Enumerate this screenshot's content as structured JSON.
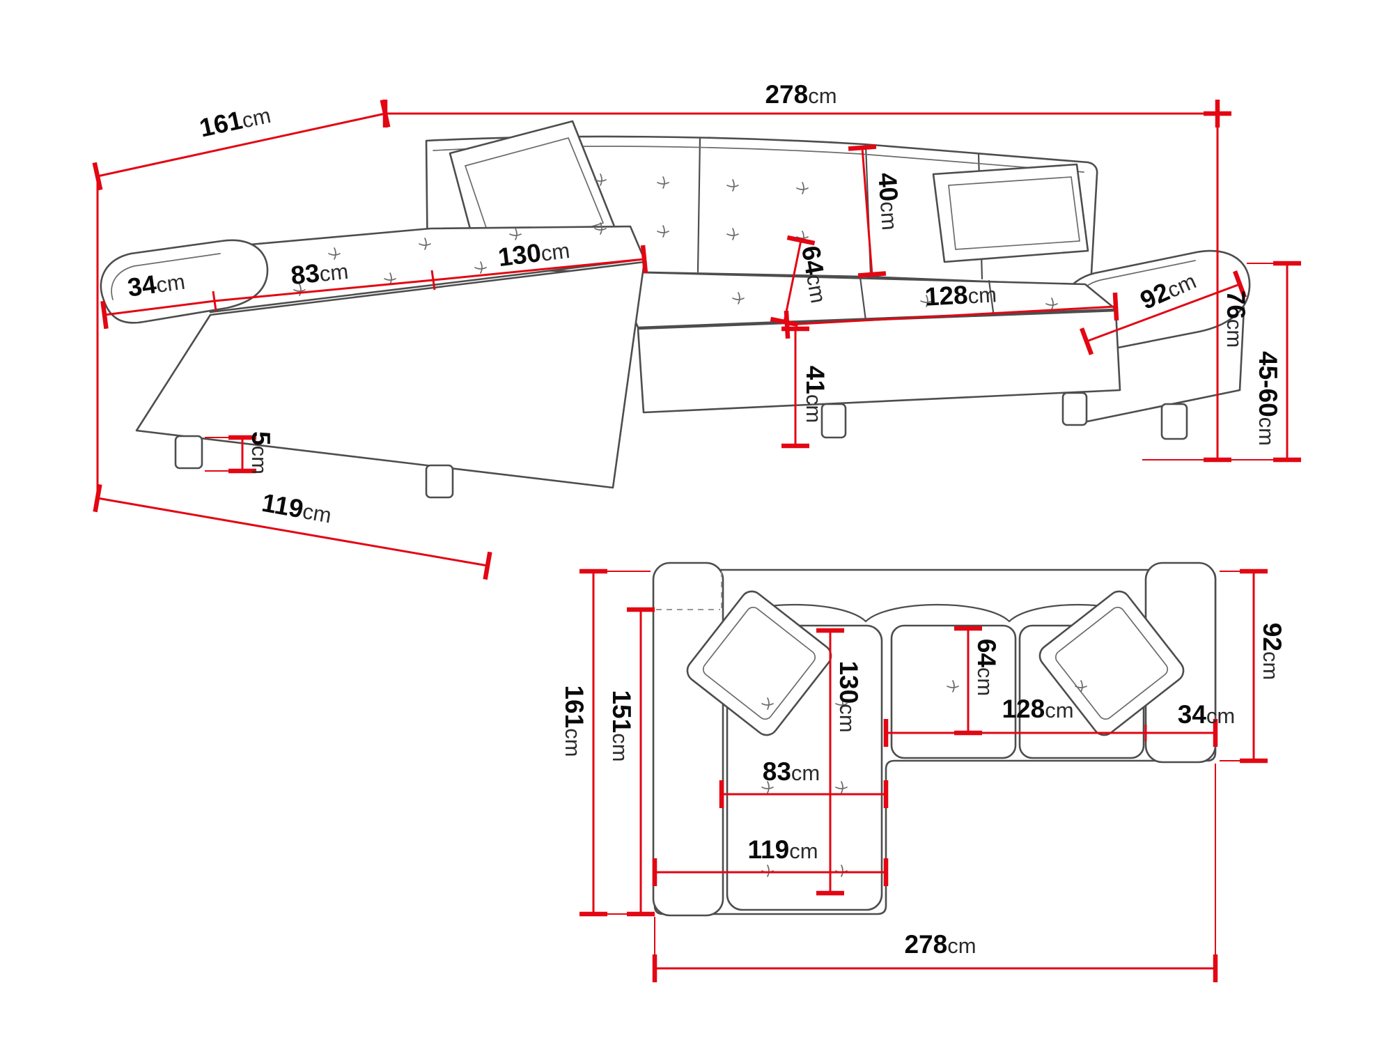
{
  "colors": {
    "dimension_line": "#e30613",
    "outline": "#4d4d4d",
    "label_text": "#0a0a0a",
    "background": "#ffffff"
  },
  "perspective": {
    "width_total": {
      "value": "278",
      "unit": "cm"
    },
    "depth_total": {
      "value": "161",
      "unit": "cm"
    },
    "backrest_height": {
      "value": "40",
      "unit": "cm"
    },
    "armrest_left_width": {
      "value": "34",
      "unit": "cm"
    },
    "chaise_seat_width": {
      "value": "83",
      "unit": "cm"
    },
    "chaise_seat_length": {
      "value": "130",
      "unit": "cm"
    },
    "seat_depth": {
      "value": "64",
      "unit": "cm"
    },
    "seat_front_width": {
      "value": "128",
      "unit": "cm"
    },
    "armrest_right_length": {
      "value": "92",
      "unit": "cm"
    },
    "height_total": {
      "value": "76",
      "unit": "cm"
    },
    "height_adjustable": {
      "value": "45-60",
      "unit": "cm"
    },
    "seat_height": {
      "value": "41",
      "unit": "cm"
    },
    "leg_height": {
      "value": "5",
      "unit": "cm"
    },
    "chaise_length_outer": {
      "value": "119",
      "unit": "cm"
    }
  },
  "plan": {
    "depth_total": {
      "value": "161",
      "unit": "cm"
    },
    "depth_inner": {
      "value": "151",
      "unit": "cm"
    },
    "chaise_cushion_length": {
      "value": "130",
      "unit": "cm"
    },
    "seat_depth": {
      "value": "64",
      "unit": "cm"
    },
    "seat_width": {
      "value": "128",
      "unit": "cm"
    },
    "armrest_right_width": {
      "value": "34",
      "unit": "cm"
    },
    "side_depth": {
      "value": "92",
      "unit": "cm"
    },
    "chaise_cushion_width": {
      "value": "83",
      "unit": "cm"
    },
    "chaise_width_outer": {
      "value": "119",
      "unit": "cm"
    },
    "width_total": {
      "value": "278",
      "unit": "cm"
    }
  }
}
